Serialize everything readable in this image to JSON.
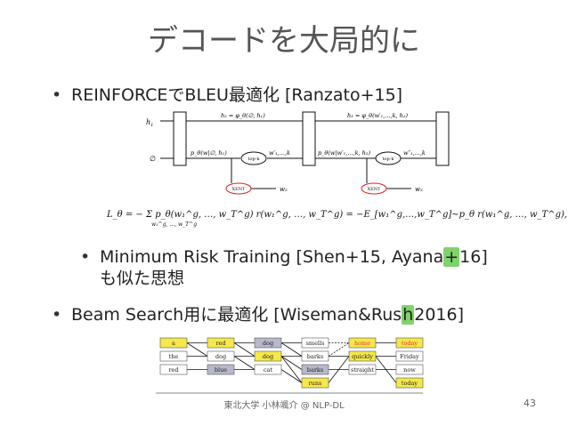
{
  "slide": {
    "title": "デコードを大局的に",
    "footer": "東北大学 小林颯介 @ NLP-DL",
    "page_number": "43"
  },
  "bullets": [
    {
      "marker": "•",
      "text": "REINFORCEでBLEU最適化 [Ranzato+15]"
    },
    {
      "marker": "•",
      "line1_pre": "Minimum Risk Training [Shen+15, Ayana",
      "line1_hl": "+",
      "line1_post": "16]",
      "line2": "も似た思想"
    },
    {
      "marker": "•",
      "pre": "Beam Search用に最適化 [Wiseman&Rus",
      "hl": "h",
      "post": "2016]"
    }
  ],
  "rnn_figure": {
    "h1": "h",
    "h1_sub": "1",
    "empty": "∅",
    "h2_label": "h₂ = φ_θ(∅, h₁)",
    "h3_label": "h₃ = φ_θ(w′₁,...,k, h₂)",
    "p1_label": "p_θ(w|∅, h₁)",
    "p2_label": "p_θ(w|w′₁,...,k, h₂)",
    "w1_label": "w′₁,...,k",
    "w2_label": "w″₁,...,k",
    "topk": "top-k",
    "xent": "XENT",
    "w2": "w₂",
    "w3": "w₃"
  },
  "equation": {
    "text": "L_θ = −  Σ  p_θ(w₁^g, …, w_T^g) r(w₁^g, …, w_T^g) = −E_[w₁^g,…,w_T^g]∼p_θ r(w₁^g, …, w_T^g),",
    "sum_sub": "w₁^g, …, w_T^g"
  },
  "beam_figure": {
    "columns": [
      [
        "a",
        "the",
        "red"
      ],
      [
        "red",
        "dog",
        "blue"
      ],
      [
        "dog",
        "dog",
        "cat"
      ],
      [
        "smells",
        "barks",
        "barks",
        "runs"
      ],
      [
        "home",
        "quickly",
        "straight"
      ],
      [
        "today",
        "Friday",
        "now",
        "today"
      ]
    ],
    "colors": {
      "yellow": "#f5e84a",
      "gray": "#b8b8cc",
      "white": "#ffffff"
    }
  }
}
